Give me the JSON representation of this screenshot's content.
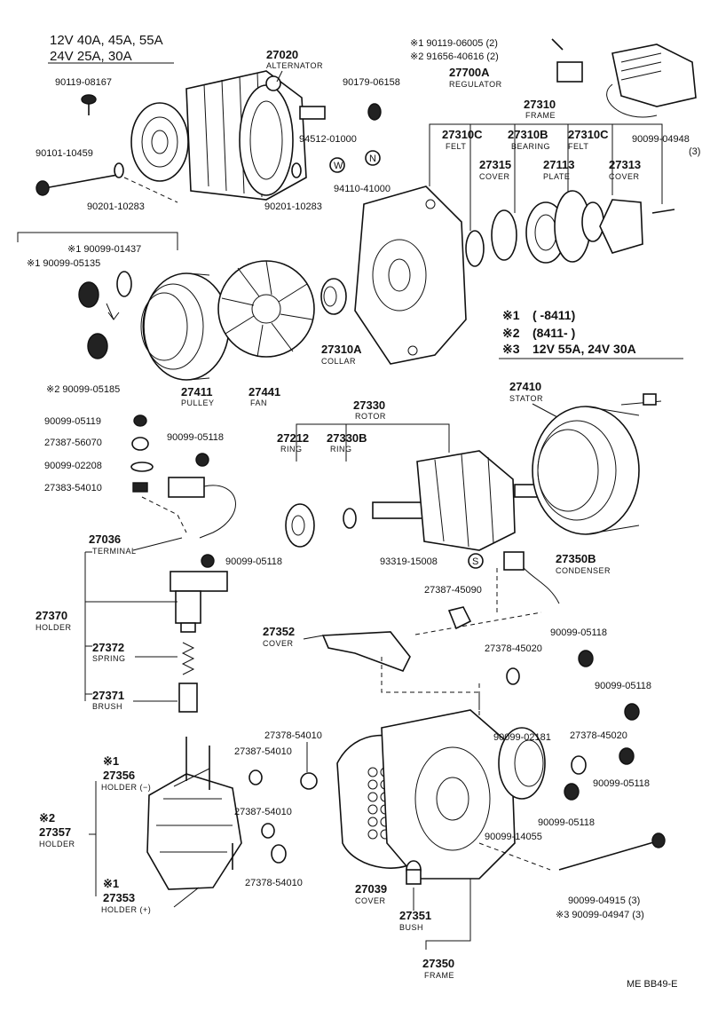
{
  "header": {
    "line1": "12V 40A, 45A, 55A",
    "line2": "24V 25A, 30A"
  },
  "notes": {
    "n1_mark": "※1",
    "n1_text": "(      -8411)",
    "n2_mark": "※2",
    "n2_text": "(8411-        )",
    "n3_mark": "※3",
    "n3_text": "12V  55A, 24V  30A"
  },
  "labels": {
    "l27020": "27020",
    "l27020n": "ALTERNATOR",
    "l90119_08167": "90119-08167",
    "l90101_10459": "90101-10459",
    "l90201_10283a": "90201-10283",
    "l90179_06158": "90179-06158",
    "l94512_01000": "94512-01000",
    "l94110_41000": "94110-41000",
    "l90201_10283b": "90201-10283",
    "l90119_06005": "※1 90119-06005 (2)",
    "l91656_40616": "※2 91656-40616 (2)",
    "l27700A": "27700A",
    "l27700An": "REGULATOR",
    "l27310": "27310",
    "l27310n": "FRAME",
    "l27310C1": "27310C",
    "l27310C1n": "FELT",
    "l27310B": "27310B",
    "l27310Bn": "BEARING",
    "l27310C2": "27310C",
    "l27310C2n": "FELT",
    "l90099_04948": "90099-04948",
    "l90099_04948q": "(3)",
    "l27315": "27315",
    "l27315n": "COVER",
    "l27113": "27113",
    "l27113n": "PLATE",
    "l27313": "27313",
    "l27313n": "COVER",
    "l90099_01437": "※1 90099-01437",
    "l90099_05135": "※1 90099-05135",
    "l90099_05185": "※2 90099-05185",
    "l27411": "27411",
    "l27411n": "PULLEY",
    "l27441": "27441",
    "l27441n": "FAN",
    "l27310A": "27310A",
    "l27310An": "COLLAR",
    "l90099_05119": "90099-05119",
    "l27387_56070": "27387-56070",
    "l90099_05118a": "90099-05118",
    "l90099_02208": "90099-02208",
    "l27383_54010": "27383-54010",
    "l27330": "27330",
    "l27330n": "ROTOR",
    "l27212": "27212",
    "l27212n": "RING",
    "l27330B": "27330B",
    "l27330Bn": "RING",
    "l27410": "27410",
    "l27410n": "STATOR",
    "l27036": "27036",
    "l27036n": "TERMINAL",
    "l90099_05118b": "90099-05118",
    "l93319_15008": "93319-15008",
    "l27350B": "27350B",
    "l27350Bn": "CONDENSER",
    "l27370": "27370",
    "l27370n": "HOLDER",
    "l27387_45090": "27387-45090",
    "l27352": "27352",
    "l27352n": "COVER",
    "l90099_05118c": "90099-05118",
    "l27378_45020a": "27378-45020",
    "l27372": "27372",
    "l27372n": "SPRING",
    "l27371": "27371",
    "l27371n": "BRUSH",
    "l90099_05118d": "90099-05118",
    "l27378_54010a": "27378-54010",
    "l27387_54010a": "27387-54010",
    "l90099_02181": "90099-02181",
    "l27378_45020b": "27378-45020",
    "l90099_05118e": "90099-05118",
    "l27356m": "※1",
    "l27356": "27356",
    "l27356n": "HOLDER (−)",
    "l27357m": "※2",
    "l27357": "27357",
    "l27357n": "HOLDER",
    "l27387_54010b": "27387-54010",
    "l90099_05118f": "90099-05118",
    "l90099_14055": "90099-14055",
    "l27378_54010b": "27378-54010",
    "l27353m": "※1",
    "l27353": "27353",
    "l27353n": "HOLDER (+)",
    "l27039": "27039",
    "l27039n": "COVER",
    "l90099_04915": "90099-04915  (3)",
    "l90099_04947": "※3 90099-04947  (3)",
    "l27351": "27351",
    "l27351n": "BUSH",
    "l27350": "27350",
    "l27350n": "FRAME"
  },
  "markers": {
    "w": "W",
    "n": "N",
    "s": "S"
  },
  "footer": {
    "code": "ME  BB49-E"
  }
}
